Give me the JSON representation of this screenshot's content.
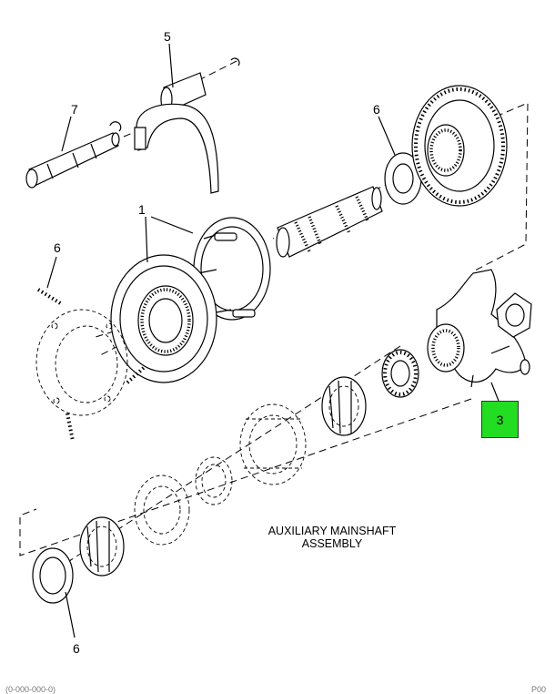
{
  "callouts": {
    "c1": "1",
    "c3": "3",
    "c5": "5",
    "c6a": "6",
    "c6b": "6",
    "c6c": "6",
    "c7": "7"
  },
  "caption": {
    "line1": "AUXILIARY MAINSHAFT",
    "line2": "ASSEMBLY"
  },
  "footer": {
    "left": "(0-000-000-0)",
    "right": "P00"
  },
  "colors": {
    "hotspot": "#22dd22"
  }
}
